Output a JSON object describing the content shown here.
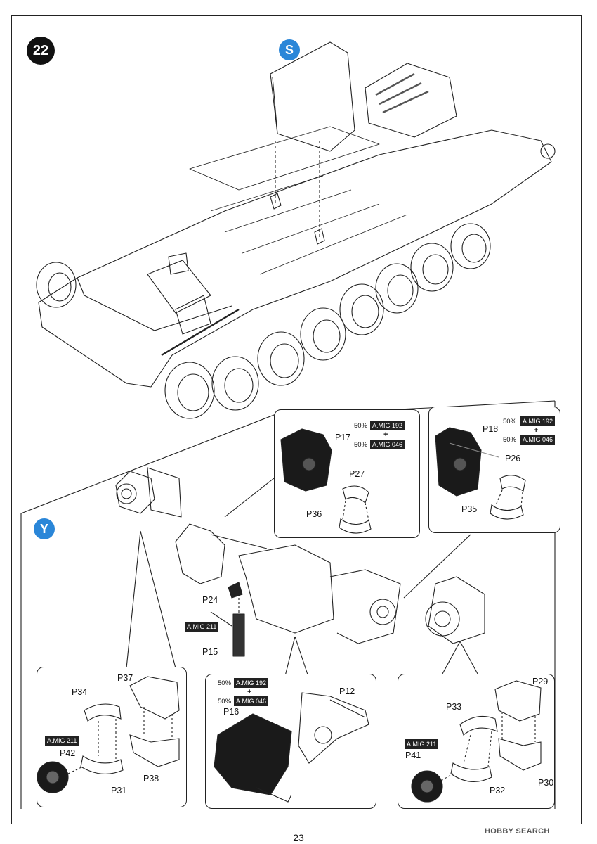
{
  "step": {
    "number": "22"
  },
  "markers": {
    "s": "S",
    "y": "Y"
  },
  "callouts": {
    "p17": {
      "label": "P17",
      "pct1": "50%",
      "paint1": "A.MIG 192",
      "plus": "+",
      "pct2": "50%",
      "paint2": "A.MIG 046",
      "p27": "P27",
      "p36": "P36"
    },
    "p18": {
      "label": "P18",
      "pct1": "50%",
      "paint1": "A.MIG 192",
      "plus": "+",
      "pct2": "50%",
      "paint2": "A.MIG 046",
      "p26": "P26",
      "p35": "P35"
    },
    "left": {
      "p34": "P34",
      "p37": "P37",
      "paint": "A.MIG 211",
      "p42": "P42",
      "p31": "P31",
      "p38": "P38"
    },
    "center": {
      "pct1": "50%",
      "paint1": "A.MIG 192",
      "plus": "+",
      "pct2": "50%",
      "paint2": "A.MIG 046",
      "p16": "P16",
      "p12": "P12"
    },
    "right": {
      "p29": "P29",
      "p33": "P33",
      "paint": "A.MIG 211",
      "p41": "P41",
      "p32": "P32",
      "p30": "P30"
    }
  },
  "main": {
    "p24": "P24",
    "paint": "A.MIG 211",
    "p15": "P15"
  },
  "footer": {
    "page_number": "23",
    "watermark": "HOBBY SEARCH"
  },
  "colors": {
    "accent_blue": "#2a86d8",
    "ink": "#222222"
  }
}
